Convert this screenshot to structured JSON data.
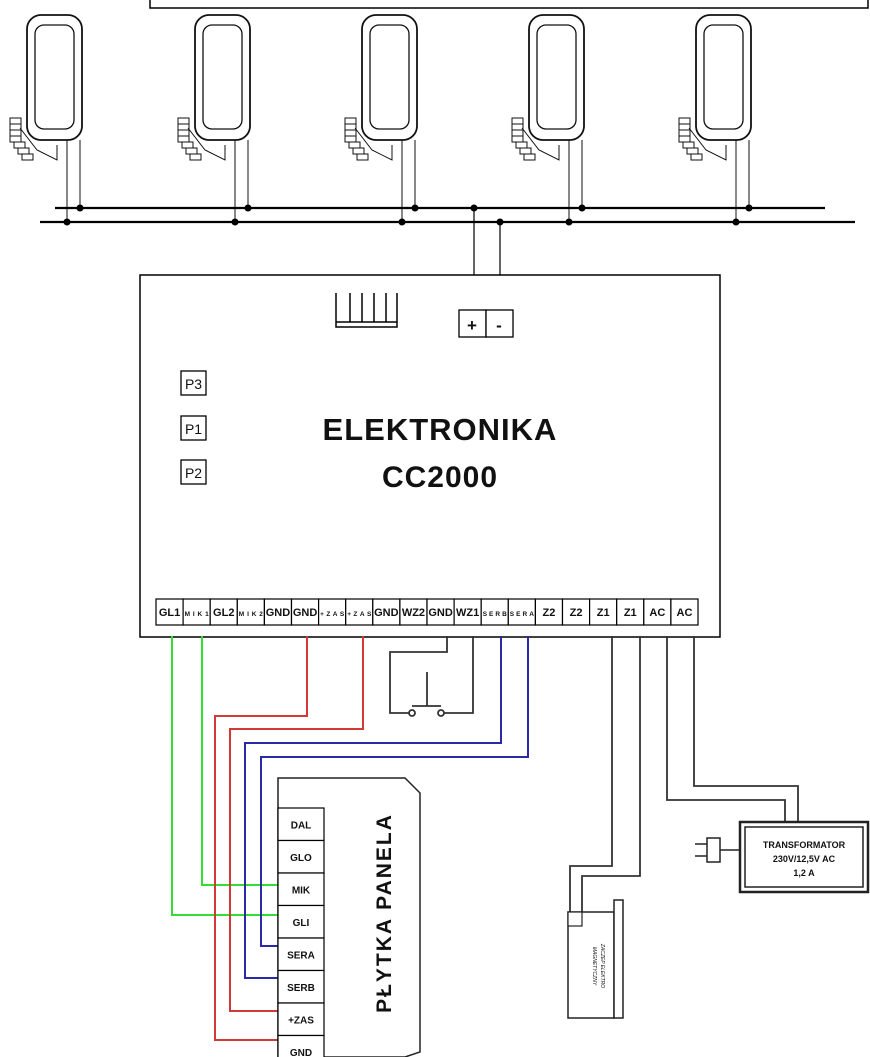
{
  "controller": {
    "brand": "ELEKTRONIKA",
    "model": "CC2000",
    "buttons": [
      "P3",
      "P1",
      "P2"
    ],
    "power_terminals": [
      "+",
      "-"
    ],
    "terminals": [
      "GL1",
      "MIK1",
      "GL2",
      "MIK2",
      "GND",
      "GND",
      "+ZAS",
      "+ZAS",
      "GND",
      "WZ2",
      "GND",
      "WZ1",
      "SERB",
      "SERA",
      "Z2",
      "Z2",
      "Z1",
      "Z1",
      "AC",
      "AC"
    ]
  },
  "panel": {
    "title": "PŁYTKA PANELA",
    "pins": [
      "DAL",
      "GLO",
      "MIK",
      "GLI",
      "SERA",
      "SERB",
      "+ZAS",
      "GND"
    ]
  },
  "transformer": {
    "line1": "TRANSFORMATOR",
    "line2": "230V/12,5V AC",
    "line3": "1,2 A"
  },
  "lock": {
    "line1": "ZACZEP ELEKTRO",
    "line2": "MAGNETYCZNY"
  },
  "intercom_count": 5,
  "colors": {
    "line": "#000000",
    "green": "#33dd33",
    "red": "#d23a3a",
    "blue": "#2a2aa8",
    "dark": "#333333"
  }
}
